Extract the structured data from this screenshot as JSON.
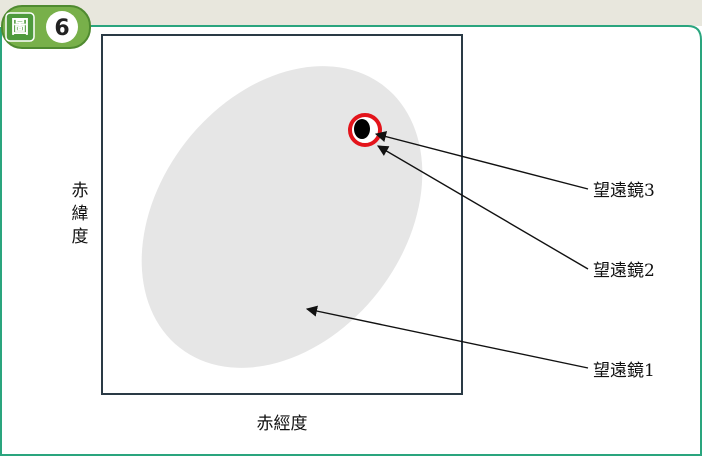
{
  "figure": {
    "tag_label": "圖",
    "number": "6"
  },
  "axes": {
    "x_label": "赤經度",
    "y_label_chars": [
      "赤",
      "緯",
      "度"
    ]
  },
  "telescopes": [
    {
      "label": "望遠鏡1",
      "region": "large-gray-ellipse"
    },
    {
      "label": "望遠鏡2",
      "region": "red-circle"
    },
    {
      "label": "望遠鏡3",
      "region": "black-dot"
    }
  ],
  "colors": {
    "frame_green": "#2aa57e",
    "header_bg": "#e8e7dd",
    "badge_green": "#78b04a",
    "ellipse_gray": "#e6e6e6",
    "circle_red": "#e3141b",
    "plot_border": "#2a3a45"
  }
}
